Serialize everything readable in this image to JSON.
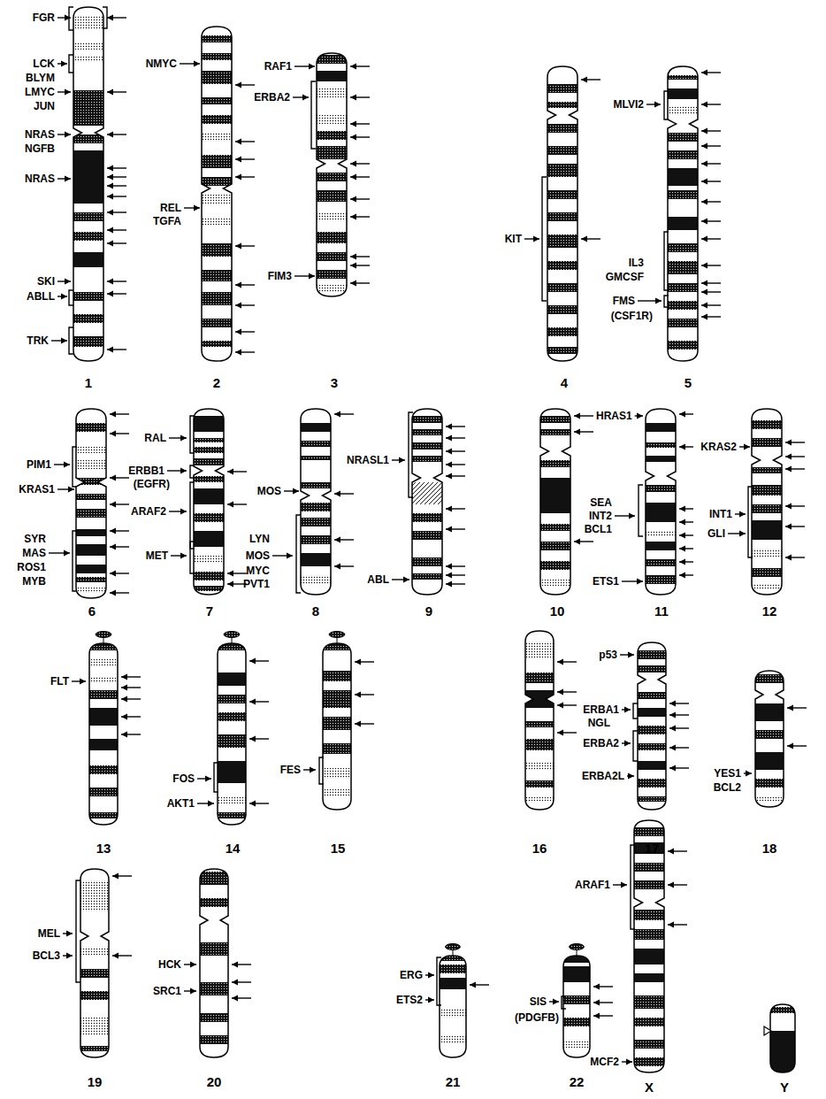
{
  "diagram": {
    "labels": [
      "FGR",
      "LCK",
      "BLYM",
      "LMYC",
      "JUN",
      "NRAS",
      "NGFB",
      "NRAS",
      "SKI",
      "ABLL",
      "TRK",
      "1",
      "NMYC",
      "REL",
      "TGFA",
      "2",
      "RAF1",
      "ERBA2",
      "FIM3",
      "3",
      "KIT",
      "4",
      "MLVI2",
      "IL3",
      "GMCSF",
      "FMS",
      "(CSF1R)",
      "5",
      "PIM1",
      "KRAS1",
      "SYR",
      "MAS",
      "ROS1",
      "MYB",
      "6",
      "RAL",
      "ERBB1",
      "(EGFR)",
      "ARAF2",
      "MET",
      "7",
      "MOS",
      "LYN",
      "MOS",
      "MYC",
      "PVT1",
      "8",
      "NRASL1",
      "ABL",
      "9",
      "10",
      "HRAS1",
      "SEA",
      "INT2",
      "BCL1",
      "ETS1",
      "11",
      "KRAS2",
      "INT1",
      "GLI",
      "12",
      "FLT",
      "13",
      "FOS",
      "AKT1",
      "14",
      "FES",
      "15",
      "16",
      "p53",
      "ERBA1",
      "NGL",
      "ERBA2",
      "ERBA2L",
      "17",
      "YES1",
      "BCL2",
      "18",
      "MEL",
      "BCL3",
      "19",
      "HCK",
      "SRC1",
      "20",
      "ERG",
      "ETS2",
      "21",
      "SIS",
      "(PDGFB)",
      "22",
      "ARAF1",
      "MCF2",
      "X",
      "Y"
    ]
  }
}
